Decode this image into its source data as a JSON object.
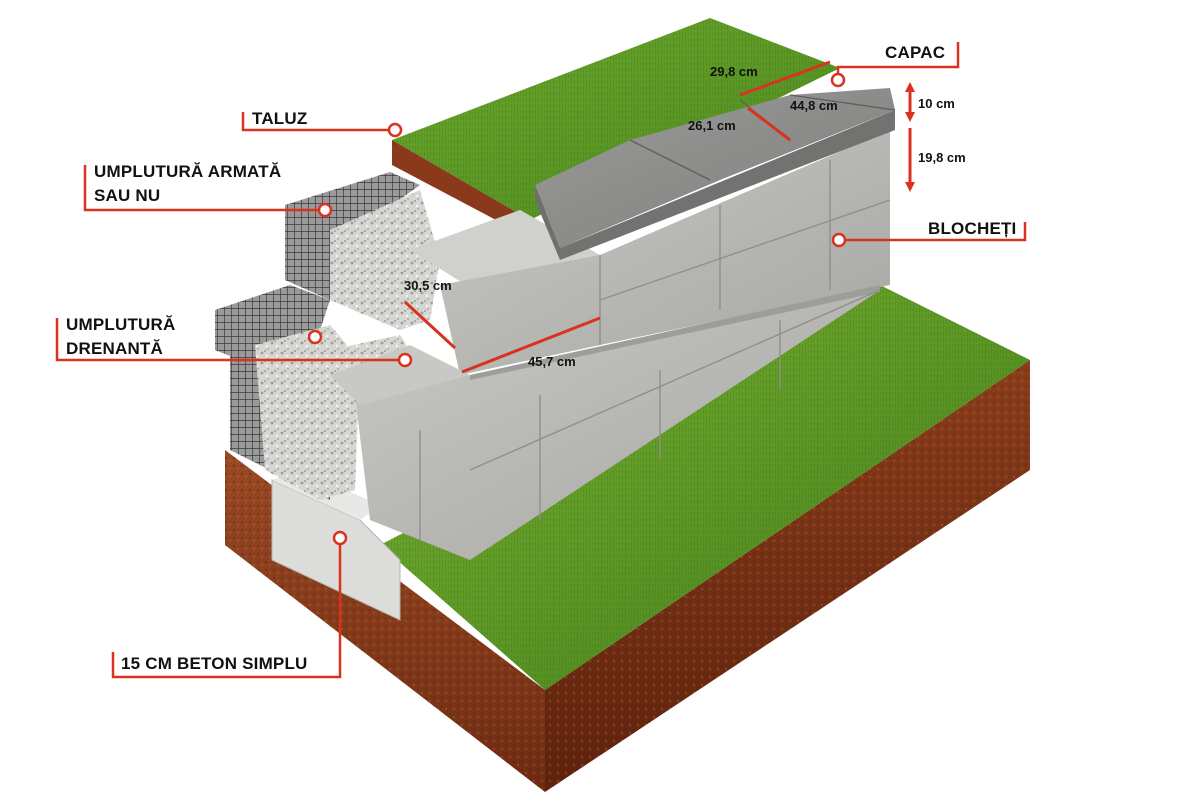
{
  "labels": {
    "taluz": "TALUZ",
    "umplutura_armata_1": "UMPLUTURĂ ARMATĂ",
    "umplutura_armata_2": "SAU NU",
    "umplutura_drenanta_1": "UMPLUTURĂ",
    "umplutura_drenanta_2": "DRENANTĂ",
    "beton": "15 CM BETON SIMPLU",
    "capac": "CAPAC",
    "blocheti": "BLOCHEȚI"
  },
  "dimensions": {
    "d_298": "29,8 cm",
    "d_448": "44,8 cm",
    "d_261": "26,1 cm",
    "d_10": "10 cm",
    "d_198": "19,8 cm",
    "d_305": "30,5 cm",
    "d_457": "45,7 cm"
  },
  "colors": {
    "callout": "#d9321f",
    "grass": "#5f9a26",
    "soil": "#8b3a1c",
    "block": "#b9b9b6",
    "cap": "#8c8c8a"
  }
}
